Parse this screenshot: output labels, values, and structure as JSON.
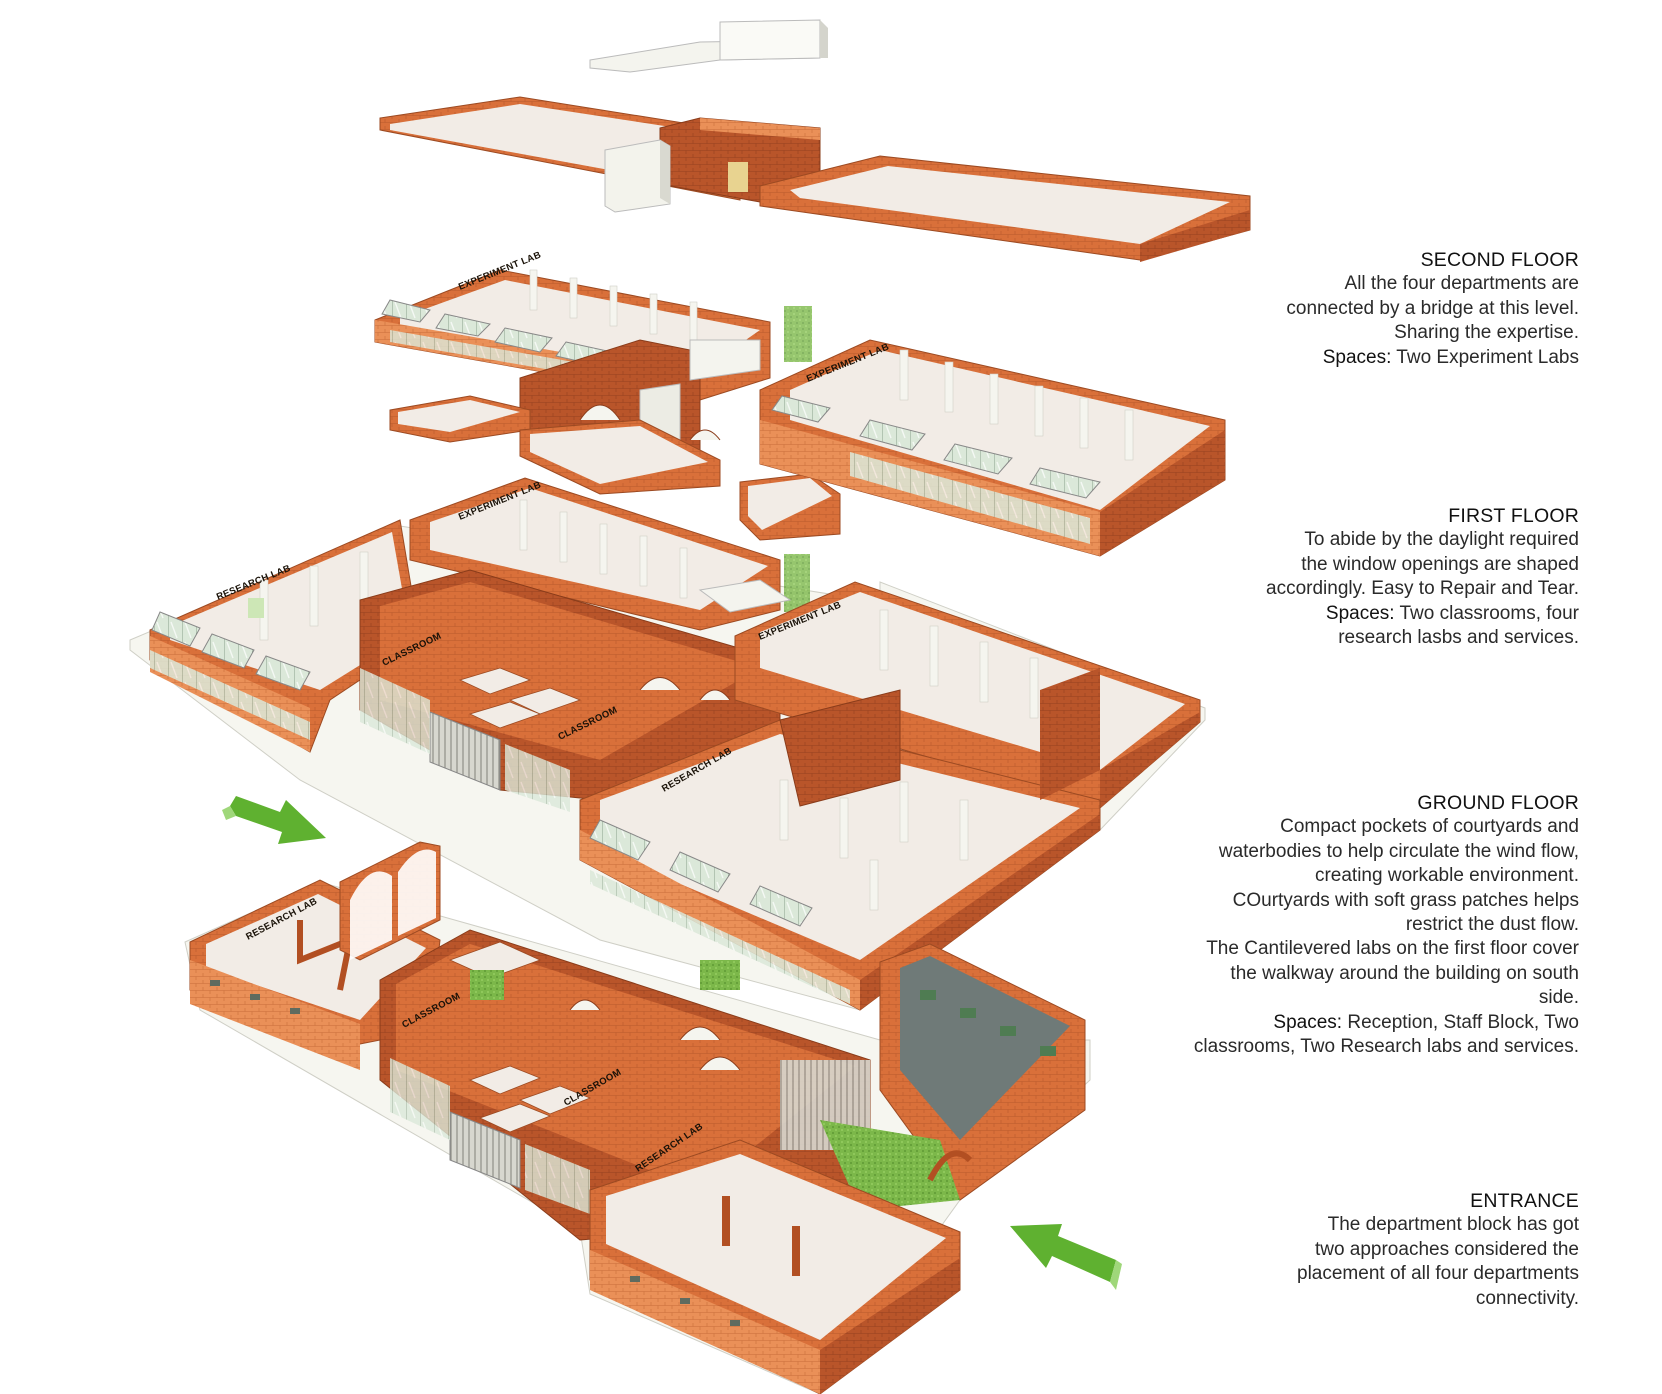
{
  "colors": {
    "brick": "#d9703a",
    "brick_dark": "#b24f22",
    "brick_light": "#ec955c",
    "floor": "#f2ece6",
    "slab": "#f6f6f0",
    "glass": "#cfe0cf",
    "grass": "#7dba4a",
    "arrow": "#5fb130",
    "text": "#2a2a2a"
  },
  "icons": {
    "entrance_arrow": "green-arrow-icon"
  },
  "room_labels": {
    "experiment_lab": "EXPERIMENT LAB",
    "research_lab": "RESEARCH LAB",
    "classroom": "CLASSROOM"
  },
  "notes": {
    "second_floor": {
      "heading": "SECOND FLOOR",
      "lines": [
        "All the four departments are",
        "connected by a bridge at this level.",
        "Sharing the expertise."
      ],
      "spaces_label": "Spaces:",
      "spaces_text": " Two Experiment Labs"
    },
    "first_floor": {
      "heading": "FIRST FLOOR",
      "lines": [
        "To abide by the daylight required",
        "the window openings are shaped",
        "accordingly. Easy to Repair and Tear."
      ],
      "spaces_label": "Spaces:",
      "spaces_text": " Two classrooms, four",
      "spaces_line2": "research lasbs and services."
    },
    "ground_floor": {
      "heading": "GROUND FLOOR",
      "lines": [
        "Compact pockets of courtyards and",
        "waterbodies to help circulate the wind flow,",
        "creating workable environment.",
        "COurtyards with soft grass patches helps",
        "restrict the  dust flow.",
        "The Cantilevered labs on the first floor cover",
        "the walkway around the building on south",
        "side."
      ],
      "spaces_label": "Spaces:",
      "spaces_text": " Reception, Staff Block, Two",
      "spaces_line2": "classrooms, Two Research labs and services."
    },
    "entrance": {
      "heading": "ENTRANCE",
      "lines": [
        "The department block has got",
        "two approaches considered the",
        "placement of all four departments",
        "connectivity."
      ]
    }
  }
}
